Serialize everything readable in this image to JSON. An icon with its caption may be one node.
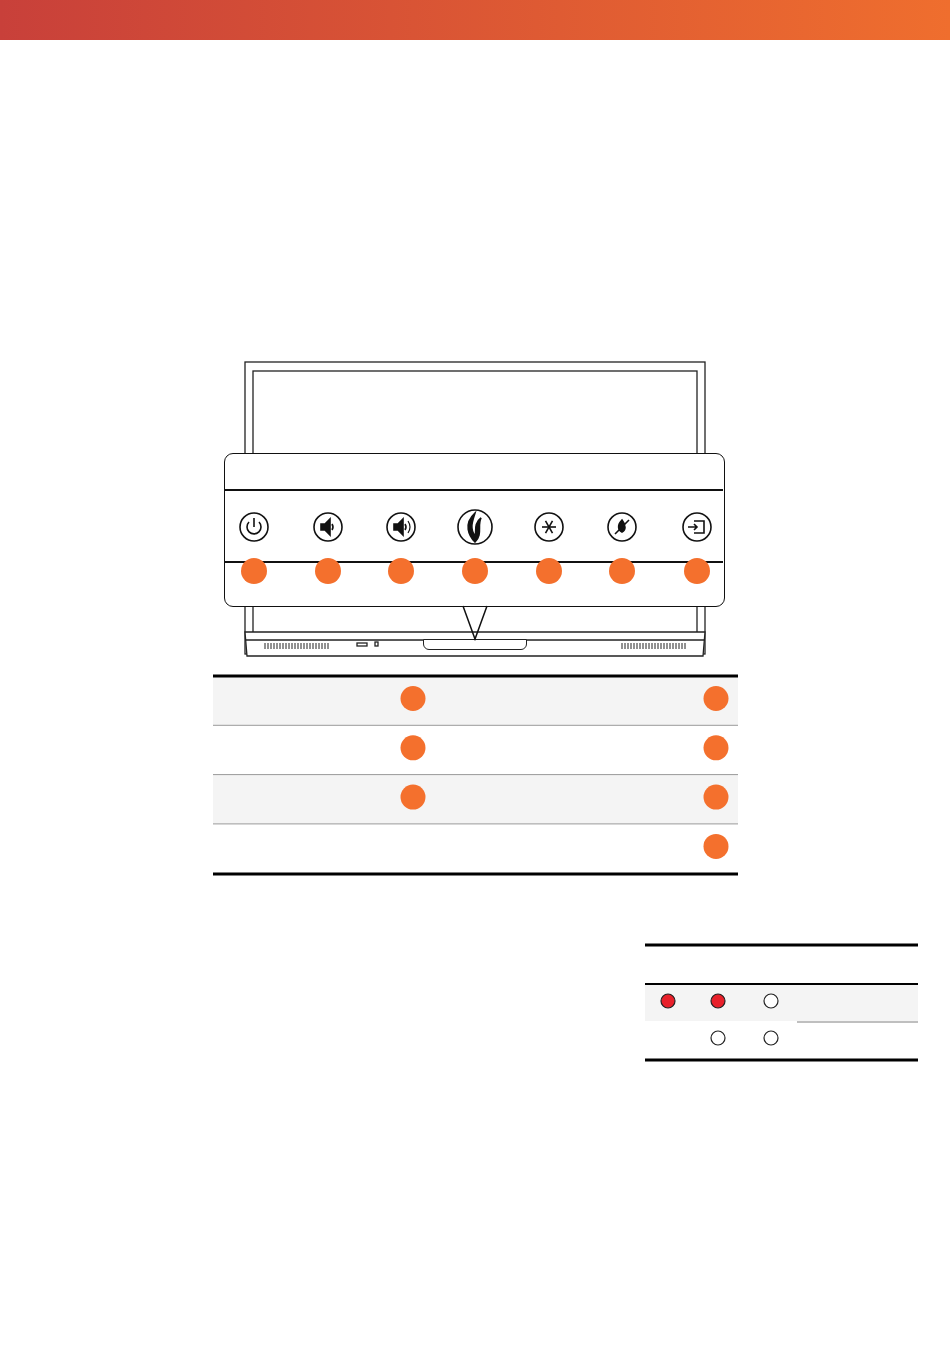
{
  "diagram": {
    "nodes": [
      {
        "text": [],
        "shape": "box"
      },
      {
        "text": [],
        "shape": "bar"
      }
    ],
    "edges": [
      {
        "from": 0,
        "to": 1,
        "arrow": "none"
      }
    ]
  }
}
